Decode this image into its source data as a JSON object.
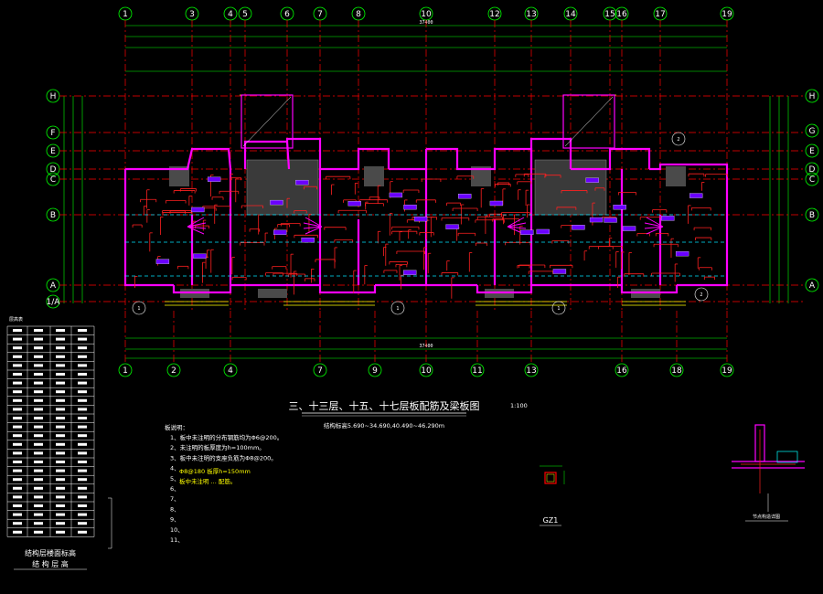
{
  "drawing": {
    "title": "三、十三层、十五、十七层板配筋及梁板图",
    "scale": "1:100",
    "subtitle": "结构标高5.690~34.690,40.490~46.290m",
    "notes_title": "板说明：",
    "notes": [
      "1、板中未注明的分布钢筋均为Φ6@200。",
      "2、未注明的板厚度为h=100mm。",
      "3、板中未注明的支座负筋为Φ8@200。",
      "4、",
      "5、",
      "6、",
      "7、",
      "8、",
      "9、",
      "10、",
      "11、"
    ],
    "notes_yellow": [
      "Φ8@180 板厚h=150mm",
      "板中未注明 ... 配筋。"
    ]
  },
  "grid": {
    "top_axes": [
      "1",
      "3",
      "4",
      "5",
      "6",
      "7",
      "8",
      "10",
      "12",
      "13",
      "14",
      "15",
      "16",
      "17",
      "19"
    ],
    "bottom_axes": [
      "1",
      "2",
      "4",
      "7",
      "9",
      "10",
      "11",
      "13",
      "16",
      "18",
      "19"
    ],
    "left_axes": [
      "H",
      "F",
      "E",
      "D",
      "C",
      "B",
      "A",
      "1/A"
    ],
    "right_axes": [
      "H",
      "G",
      "E",
      "D",
      "C",
      "B",
      "A"
    ],
    "top_total": "37400",
    "bottom_total": "37400"
  },
  "table": {
    "title": "层高表",
    "footer_1": "结构层楼面标高",
    "footer_2": "结 构 层 高"
  },
  "details": {
    "gz1_label": "GZ1",
    "node_label": "节点构造详图",
    "callout_1": "1",
    "callout_2": "2"
  },
  "colors": {
    "background": "#000000",
    "wall": "#ff00ff",
    "axis": "#ff0000",
    "dimension": "#00ff00",
    "rebar": "#ff0000",
    "annotation": "#ffffff",
    "hatch": "#808080",
    "beam": "#00ffff"
  }
}
